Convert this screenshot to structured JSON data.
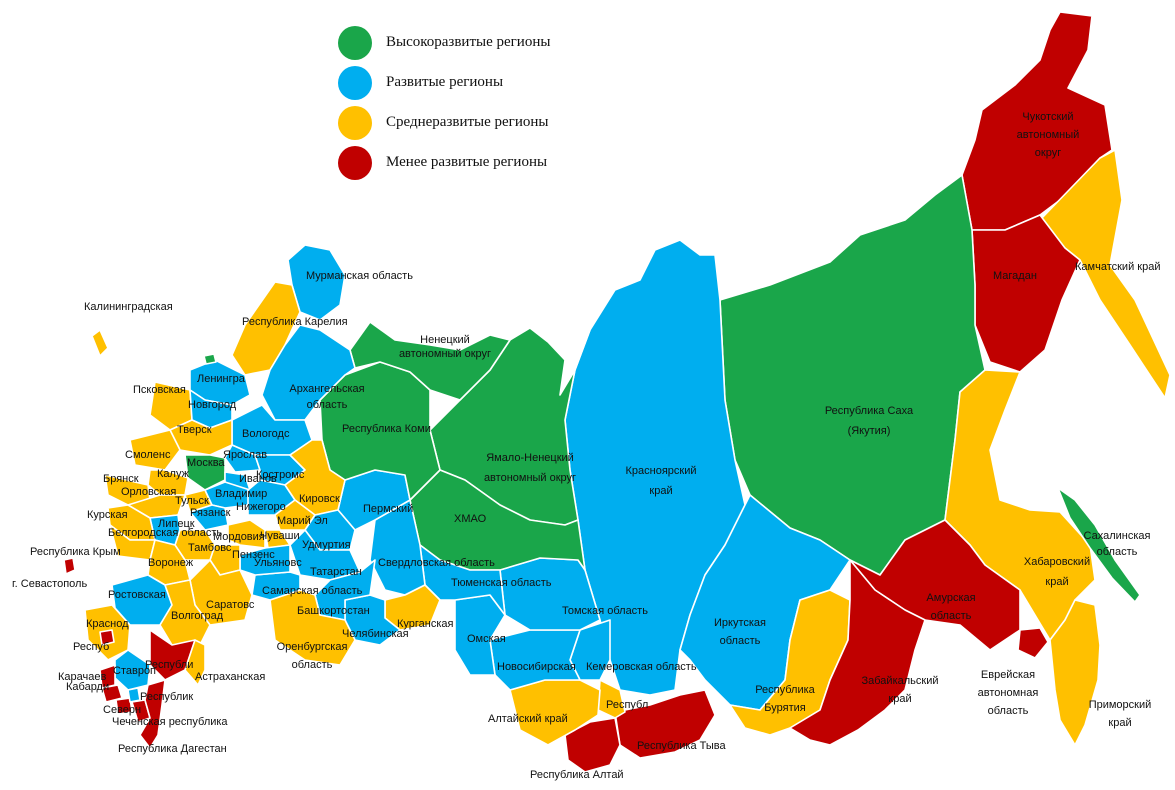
{
  "colors": {
    "high": "#1aa64a",
    "developed": "#00aeef",
    "medium": "#ffc000",
    "low": "#c00000"
  },
  "legend": {
    "items": [
      {
        "label": "Высокоразвитые регионы",
        "category": "high"
      },
      {
        "label": "Развитые регионы",
        "category": "developed"
      },
      {
        "label": "Среднеразвитые регионы",
        "category": "medium"
      },
      {
        "label": "Менее развитые регионы",
        "category": "low"
      }
    ]
  },
  "labels": {
    "murmansk": "Мурманская область",
    "kaliningrad": "Калининградская",
    "karelia": "Республика Карелия",
    "nenets": [
      "Ненецкий",
      "автономный округ"
    ],
    "arkhangelsk": [
      "Архангельская",
      "область"
    ],
    "leningrad": "Ленингра",
    "pskov": "Псковская",
    "novgorod": "Новгород",
    "tver": "Тверск",
    "vologda": "Вологодс",
    "smolensk": "Смоленс",
    "moscow": "Москва",
    "yaroslavl": "Ярослав",
    "kaluga": "Калуж",
    "ivanovo": "Иванов",
    "kostroma": "Костромс",
    "bryansk": "Брянск",
    "orel": "Орловская",
    "tula": "Тульск",
    "vladimir": "Владимир",
    "ryazan": "Рязанск",
    "nizhny": "Нижегоро",
    "kirov": "Кировск",
    "kursk": "Курская",
    "lipetsk": "Липецк",
    "belgorod": "Белгородская область",
    "tambov": "Тамбовс",
    "mordovia": "Мордовия",
    "chuvashia": "Чуваши",
    "mariel": "Марий Эл",
    "crimea": "Республика Крым",
    "sevastopol": "г. Севастополь",
    "voronezh": "Воронеж",
    "penza": "Пензенс",
    "ulyanovsk": "Ульяновс",
    "udmurtia": "Удмуртия",
    "komi": "Республика Коми",
    "perm": "Пермский",
    "tatarstan": "Татарстан",
    "samara": "Самарская область",
    "rostov": "Ростовская",
    "saratov": "Саратовс",
    "volgograd": "Волгоград",
    "bashkortostan": "Башкортостан",
    "chelyabinsk": "Челябинская",
    "krasnodar": "Краснод",
    "adygea": "Респуб",
    "kalmykia": "Республи",
    "astrakhan": "Астраханская",
    "orenburg": [
      "Оренбургская",
      "область"
    ],
    "karachay": "Карачаев",
    "stavropol": "Ставроп",
    "kabardino": "Кабарди",
    "ingushetia": "Республик",
    "north_ossetia": "Северн",
    "chechnya": "Чеченская республика",
    "dagestan": "Республика Дагестан",
    "yamal": [
      "Ямало-Ненецкий",
      "автономный округ"
    ],
    "khmao": "ХМАО",
    "sverdlovsk": "Свердловская область",
    "tyumen": "Тюменская область",
    "kurgan": "Курганская",
    "omsk": "Омская",
    "tomsk": "Томская область",
    "novosibirsk": "Новосибирская",
    "kemerovo": "Кемеровская область",
    "altai_krai": "Алтайский край",
    "khakassia": "Республ",
    "altai_rep": "Республика Алтай",
    "tuva": "Республика Тыва",
    "krasnoyarsk": [
      "Красноярский",
      "край"
    ],
    "irkutsk": [
      "Иркутская",
      "область"
    ],
    "buryatia": [
      "Республика",
      "Бурятия"
    ],
    "zabaykalsky": [
      "Забайкальский",
      "край"
    ],
    "sakha": [
      "Республика Саха",
      "(Якутия)"
    ],
    "amur": [
      "Амурская",
      "область"
    ],
    "jewish": [
      "Еврейская",
      "автономная",
      "область"
    ],
    "khabarovsk": [
      "Хабаровский",
      "край"
    ],
    "primorsky": [
      "Приморский",
      "край"
    ],
    "sakhalin": [
      "Сахалинская",
      "область"
    ],
    "magadan": "Магадан",
    "kamchatka": "Камчатский край",
    "chukotka": [
      "Чукотский",
      "автономный",
      "округ"
    ]
  }
}
